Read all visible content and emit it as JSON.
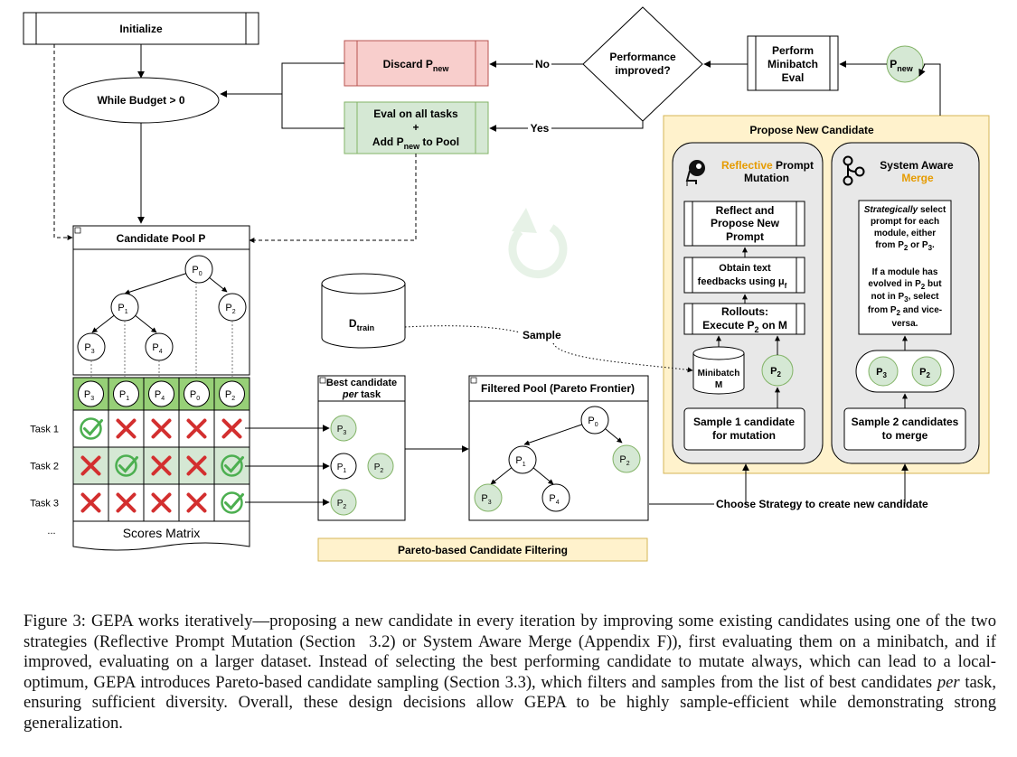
{
  "flow": {
    "initialize": "Initialize",
    "while_budget": "While Budget > 0",
    "discard": "Discard P",
    "discard_sub": "new",
    "eval_line1": "Eval on all tasks",
    "eval_line2": "+",
    "eval_line3_pre": "Add P",
    "eval_line3_sub": "new",
    "eval_line3_post": " to Pool",
    "decision_line1": "Performance",
    "decision_line2": "improved?",
    "no_label": "No",
    "yes_label": "Yes",
    "minibatch_line1": "Perform",
    "minibatch_line2": "Minibatch",
    "minibatch_line3": "Eval",
    "pnew": "P",
    "pnew_sub": "new"
  },
  "pool": {
    "title": "Candidate Pool P",
    "p0": "P",
    "p0_sub": "0",
    "p1": "P",
    "p1_sub": "1",
    "p2": "P",
    "p2_sub": "2",
    "p3": "P",
    "p3_sub": "3",
    "p4": "P",
    "p4_sub": "4"
  },
  "scores": {
    "columns": [
      {
        "label": "P",
        "sub": "3"
      },
      {
        "label": "P",
        "sub": "1"
      },
      {
        "label": "P",
        "sub": "4"
      },
      {
        "label": "P",
        "sub": "0"
      },
      {
        "label": "P",
        "sub": "2"
      }
    ],
    "rows": [
      {
        "task": "Task 1",
        "cells": [
          "check",
          "cross",
          "cross",
          "cross",
          "cross"
        ]
      },
      {
        "task": "Task 2",
        "cells": [
          "cross",
          "check",
          "cross",
          "cross",
          "check"
        ]
      },
      {
        "task": "Task 3",
        "cells": [
          "cross",
          "cross",
          "cross",
          "cross",
          "check"
        ]
      }
    ],
    "ellipsis": "...",
    "footer": "Scores Matrix"
  },
  "best": {
    "title_line1": "Best candidate",
    "title_line2_it": "per",
    "title_line2_rest": " task",
    "r1": {
      "label": "P",
      "sub": "3"
    },
    "r2a": {
      "label": "P",
      "sub": "1"
    },
    "r2b": {
      "label": "P",
      "sub": "2"
    },
    "r3": {
      "label": "P",
      "sub": "2"
    }
  },
  "pareto": {
    "title": "Filtered Pool (Pareto Frontier)",
    "p0": "P",
    "p0_sub": "0",
    "p1": "P",
    "p1_sub": "1",
    "p2": "P",
    "p2_sub": "2",
    "p3": "P",
    "p3_sub": "3",
    "p4": "P",
    "p4_sub": "4",
    "banner": "Pareto-based Candidate Filtering"
  },
  "dtrain": {
    "label": "D",
    "sub": "train",
    "sample_label": "Sample"
  },
  "propose": {
    "title": "Propose New Candidate",
    "choose_strategy": "Choose Strategy to create new candidate",
    "reflective": {
      "title_accent": "Reflective",
      "title_rest": " Prompt",
      "title_line2": "Mutation",
      "reflect_line1": "Reflect and",
      "reflect_line2": "Propose New",
      "reflect_line3": "Prompt",
      "feedback_line1": "Obtain text",
      "feedback_line2": "feedbacks using μ",
      "feedback_sub": "f",
      "rollouts_line1": "Rollouts:",
      "rollouts_line2_pre": "Execute P",
      "rollouts_line2_sub": "2",
      "rollouts_line2_post": " on M",
      "minibatch_line1": "Minibatch",
      "minibatch_line2": "M",
      "p2": "P",
      "p2_sub": "2",
      "sample_line1": "Sample 1 candidate",
      "sample_line2": "for mutation"
    },
    "merge": {
      "title_line1": "System Aware",
      "title_line2": "Merge",
      "desc_line1_it": "Strategically",
      "desc_line1_rest": " select",
      "desc_line2": "prompt for each",
      "desc_line3": "module, either",
      "desc_line4_pre": "from P",
      "desc_line4_sub1": "2",
      "desc_line4_mid": " or P",
      "desc_line4_sub2": "3",
      "desc_line4_post": ".",
      "desc_line5": "If a module has",
      "desc_line6_pre": "evolved in P",
      "desc_line6_sub": "2",
      "desc_line6_post": " but",
      "desc_line7_pre": "not in P",
      "desc_line7_sub": "3",
      "desc_line7_post": ", select",
      "desc_line8_pre": "from P",
      "desc_line8_sub": "2",
      "desc_line8_post": " and vice-",
      "desc_line9": "versa.",
      "p3": "P",
      "p3_sub": "3",
      "p2": "P",
      "p2_sub": "2",
      "sample_line1": "Sample 2 candidates",
      "sample_line2": "to merge"
    }
  },
  "caption": {
    "text1": "Figure 3: GEPA works iteratively—proposing a new candidate in every iteration by improving some existing candidates using one of the two strategies (Reflective Prompt Mutation (Section  3.2) or System Aware Merge (Appendix F)), first evaluating them on a minibatch, and if improved, evaluating on a larger dataset. Instead of selecting the best performing candidate to mutate always, which can lead to a local-optimum, GEPA introduces Pareto-based candidate sampling (Section 3.3), which filters and samples from the list of best candidates ",
    "italic": "per",
    "text2": " task, ensuring sufficient diversity. Overall, these design decisions allow GEPA to be highly sample-efficient while demonstrating strong generalization."
  },
  "colors": {
    "discard_fill": "#f8cecc",
    "discard_stroke": "#b85450",
    "eval_fill": "#d5e8d4",
    "eval_stroke": "#82b366",
    "propose_fill": "#fff2cc",
    "propose_stroke": "#d6b656",
    "panel_fill": "#e6e6e6",
    "accent_orange": "#e69b00",
    "check_green": "#4caf50",
    "cross_red": "#d32f2f",
    "header_green": "#97d077"
  }
}
